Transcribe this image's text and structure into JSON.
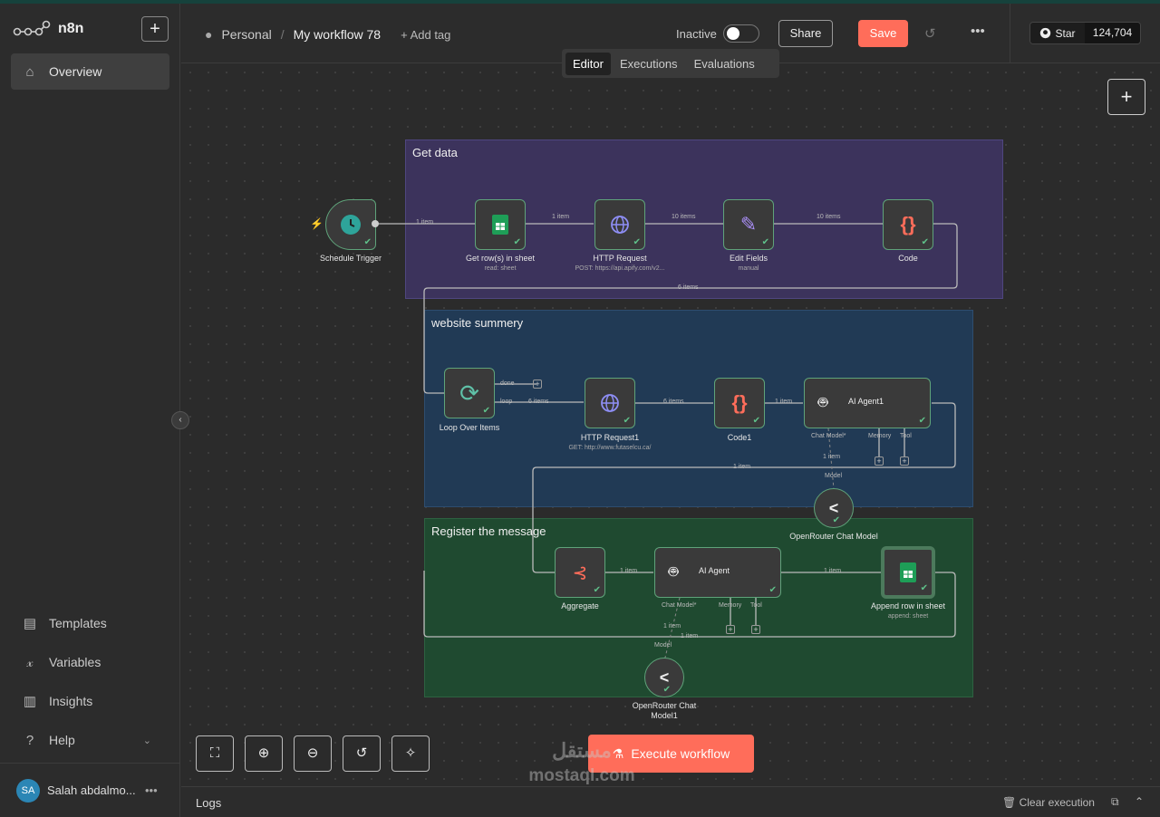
{
  "app": {
    "name": "n8n"
  },
  "sidebar": {
    "items": [
      {
        "label": "Overview",
        "icon": "home-icon"
      },
      {
        "label": "Templates",
        "icon": "box-icon"
      },
      {
        "label": "Variables",
        "icon": "variable-icon"
      },
      {
        "label": "Insights",
        "icon": "chart-icon"
      },
      {
        "label": "Help",
        "icon": "question-icon"
      }
    ],
    "user": {
      "initials": "SA",
      "name": "Salah abdalmo..."
    }
  },
  "header": {
    "project": "Personal",
    "workflow": "My workflow 78",
    "add_tag": "+ Add tag",
    "status": "Inactive",
    "share": "Share",
    "save": "Save",
    "star": "Star",
    "star_count": "124,704",
    "tabs": [
      "Editor",
      "Executions",
      "Evaluations"
    ]
  },
  "groups": [
    {
      "title": "Get data",
      "color": "#3c335c"
    },
    {
      "title": "website summery",
      "color": "#213a55"
    },
    {
      "title": "Register the message",
      "color": "#1f4a30"
    }
  ],
  "nodes": {
    "schedule": {
      "label": "Schedule Trigger"
    },
    "getrows": {
      "label": "Get row(s) in sheet",
      "sub": "read: sheet"
    },
    "http": {
      "label": "HTTP Request",
      "sub": "POST: https://api.apify.com/v2..."
    },
    "editfields": {
      "label": "Edit Fields",
      "sub": "manual"
    },
    "code": {
      "label": "Code"
    },
    "loop": {
      "label": "Loop Over Items",
      "done": "done",
      "loop": "loop"
    },
    "http1": {
      "label": "HTTP Request1",
      "sub": "GET: http://www.futaselcu.ca/"
    },
    "code1": {
      "label": "Code1"
    },
    "agent1": {
      "label": "AI Agent1",
      "chat": "Chat Model*",
      "memory": "Memory",
      "tool": "Tool"
    },
    "orchat": {
      "label": "OpenRouter Chat Model",
      "model": "Model"
    },
    "aggregate": {
      "label": "Aggregate"
    },
    "agent": {
      "label": "AI Agent",
      "chat": "Chat Model*",
      "memory": "Memory",
      "tool": "Tool"
    },
    "append": {
      "label": "Append row in sheet",
      "sub": "append: sheet"
    },
    "orchat1": {
      "label": "OpenRouter Chat Model1",
      "model": "Model"
    }
  },
  "edges": {
    "e1": "1 item",
    "e2": "1 item",
    "e3": "10 items",
    "e4": "10 items",
    "e5": "6 items",
    "e6": "6 items",
    "e7": "6 items",
    "e8": "1 item",
    "e9": "1 item",
    "e10": "1 item",
    "e11": "1 item",
    "e12": "1 item",
    "e13": "1 item",
    "e14": "1 item"
  },
  "canvas": {
    "execute": "Execute workflow",
    "watermark_top": "مستقل",
    "watermark_bottom": "mostaql.com"
  },
  "logs": {
    "title": "Logs",
    "clear": "Clear execution"
  }
}
